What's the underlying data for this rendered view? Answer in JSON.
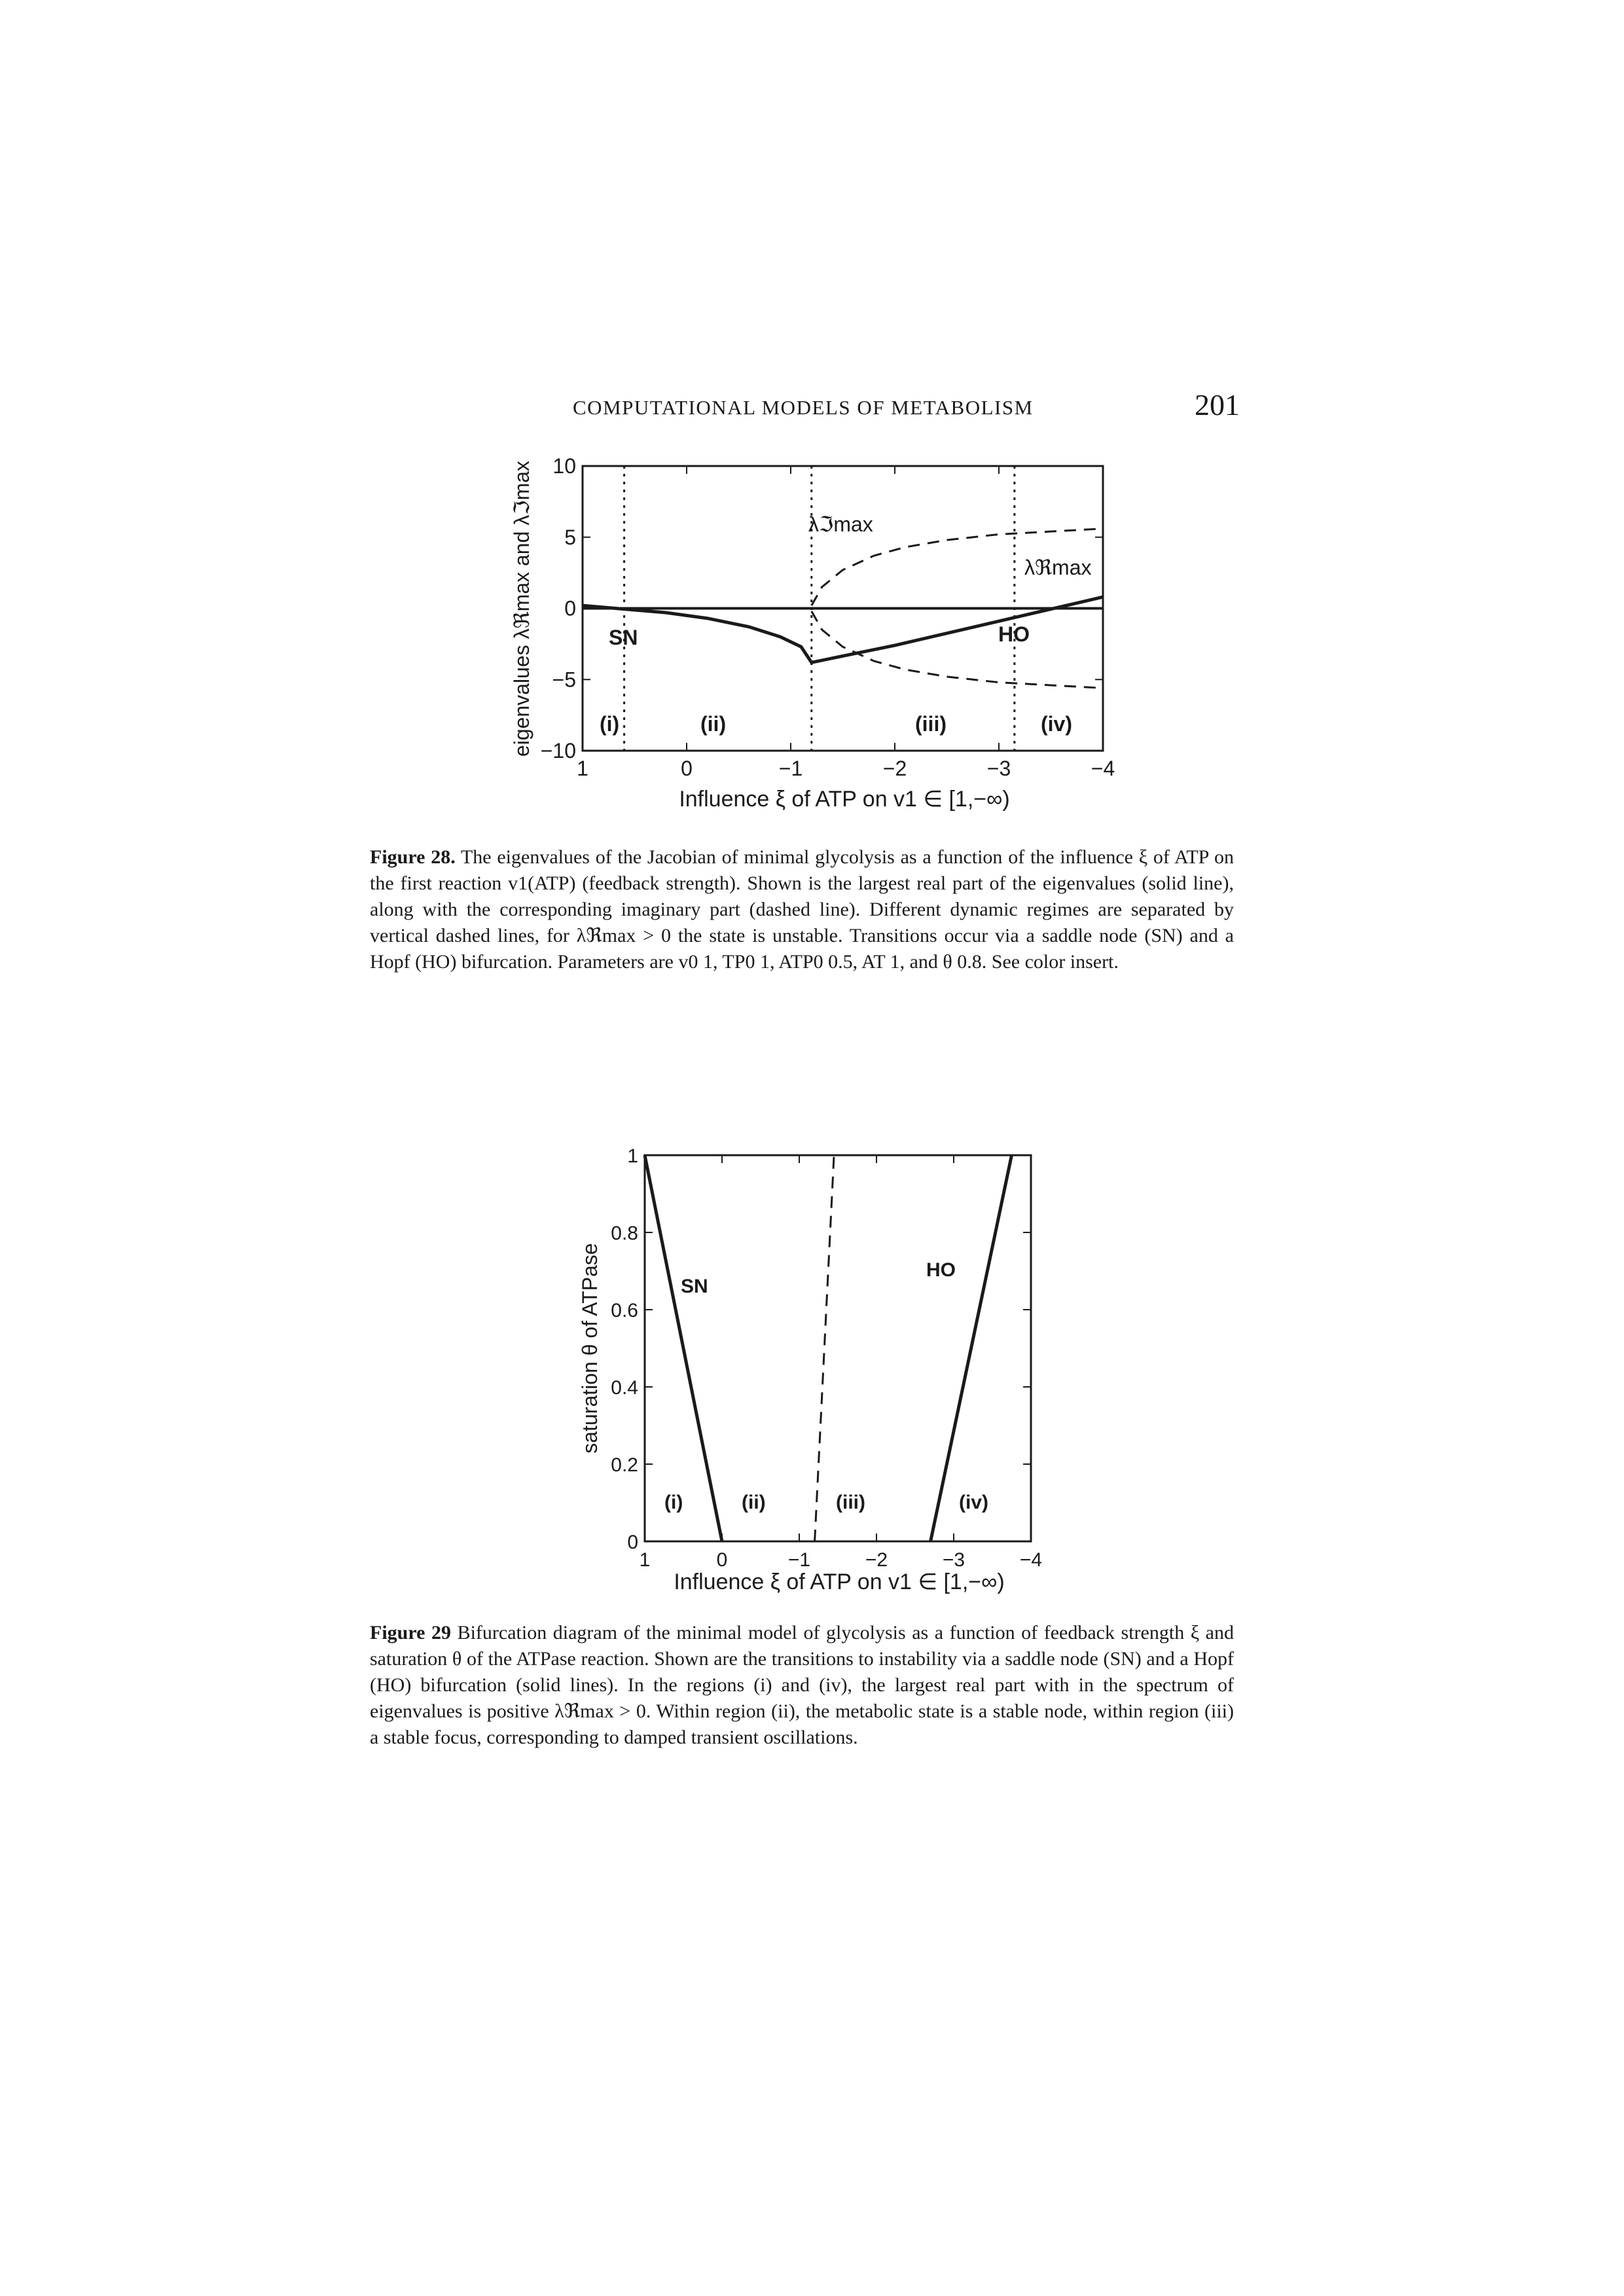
{
  "page": {
    "running_head": "COMPUTATIONAL MODELS OF METABOLISM",
    "page_number": "201"
  },
  "figure28": {
    "caption_label": "Figure 28.",
    "caption_text": "The eigenvalues of the Jacobian of minimal glycolysis as a function of the influence ξ of ATP on the first reaction v1(ATP) (feedback strength). Shown is the largest real part of the eigenvalues (solid line), along with the corresponding imaginary part (dashed line). Different dynamic regimes are separated by vertical dashed lines, for λℜmax > 0 the state is unstable. Transitions occur via a saddle node (SN) and a Hopf (HO) bifurcation. Parameters are v0 1, TP0 1, ATP0 0.5, AT 1, and θ 0.8. See color insert.",
    "chart_data": {
      "type": "line",
      "xlabel": "Influence ξ of ATP on v1 ∈ [1,−∞)",
      "ylabel": "eigenvalues λℜmax and λℑmax",
      "xlim": [
        1,
        -4
      ],
      "ylim": [
        -10,
        10
      ],
      "x_ticks": [
        "1",
        "0",
        "−1",
        "−2",
        "−3",
        "−4"
      ],
      "y_ticks": [
        "10",
        "5",
        "0",
        "−5",
        "−10"
      ],
      "grid": false,
      "series": [
        {
          "name": "λℜmax",
          "style": "solid",
          "x": [
            1,
            0.6,
            0.2,
            -0.2,
            -0.6,
            -0.9,
            -1.1,
            -1.2,
            -1.5,
            -2.0,
            -2.5,
            -3.0,
            -3.5,
            -4.0
          ],
          "y": [
            0.2,
            -0.05,
            -0.3,
            -0.7,
            -1.3,
            -2.0,
            -2.7,
            -3.8,
            -3.35,
            -2.6,
            -1.75,
            -0.9,
            -0.05,
            0.8
          ]
        },
        {
          "name": "λℑmax",
          "style": "dashed",
          "x": [
            -1.2,
            -1.3,
            -1.5,
            -1.8,
            -2.1,
            -2.5,
            -3.0,
            -3.5,
            -4.0
          ],
          "y": [
            0.2,
            1.5,
            2.7,
            3.7,
            4.3,
            4.8,
            5.2,
            5.4,
            5.6
          ]
        },
        {
          "name": "λℑmax (negative branch)",
          "style": "dashed",
          "x": [
            -1.2,
            -1.3,
            -1.5,
            -1.8,
            -2.1,
            -2.5,
            -3.0,
            -3.5,
            -4.0
          ],
          "y": [
            -0.2,
            -1.5,
            -2.7,
            -3.7,
            -4.3,
            -4.8,
            -5.2,
            -5.4,
            -5.6
          ]
        }
      ],
      "zero_line": 0,
      "boundaries": [
        {
          "x": 0.6,
          "label": "SN"
        },
        {
          "x": -1.2,
          "label": null
        },
        {
          "x": -3.15,
          "label": "HO"
        }
      ],
      "region_labels": [
        "(i)",
        "(ii)",
        "(iii)",
        "(iv)"
      ],
      "annotations": [
        "λℑmax",
        "λℜmax",
        "SN",
        "HO"
      ]
    }
  },
  "figure29": {
    "caption_label": "Figure 29",
    "caption_text": "Bifurcation diagram of the minimal model of glycolysis as a function of feedback strength ξ and saturation θ of the ATPase reaction. Shown are the transitions to instability via a saddle node (SN) and a Hopf (HO) bifurcation (solid lines). In the regions (i) and (iv), the largest real part with in the spectrum of eigenvalues is positive λℜmax > 0. Within region (ii), the metabolic state is a stable node, within region (iii) a stable focus, corresponding to damped transient oscillations.",
    "chart_data": {
      "type": "line",
      "xlabel": "Influence ξ of ATP on v1 ∈ [1,−∞)",
      "ylabel": "saturation θ of ATPase",
      "xlim": [
        1,
        -4
      ],
      "ylim": [
        0,
        1
      ],
      "x_ticks": [
        "1",
        "0",
        "−1",
        "−2",
        "−3",
        "−4"
      ],
      "y_ticks": [
        "0",
        "0.2",
        "0.4",
        "0.6",
        "0.8",
        "1"
      ],
      "grid": false,
      "series": [
        {
          "name": "SN",
          "style": "solid",
          "x": [
            1.0,
            0.0
          ],
          "y": [
            1.0,
            0.0
          ]
        },
        {
          "name": "HO",
          "style": "solid",
          "x": [
            -2.7,
            -3.75
          ],
          "y": [
            0.0,
            1.0
          ]
        },
        {
          "name": null,
          "style": "dashed",
          "x": [
            -1.2,
            -1.45
          ],
          "y": [
            0.0,
            1.0
          ]
        }
      ],
      "region_labels": [
        "(i)",
        "(ii)",
        "(iii)",
        "(iv)"
      ],
      "annotations": [
        "SN",
        "HO"
      ]
    }
  }
}
